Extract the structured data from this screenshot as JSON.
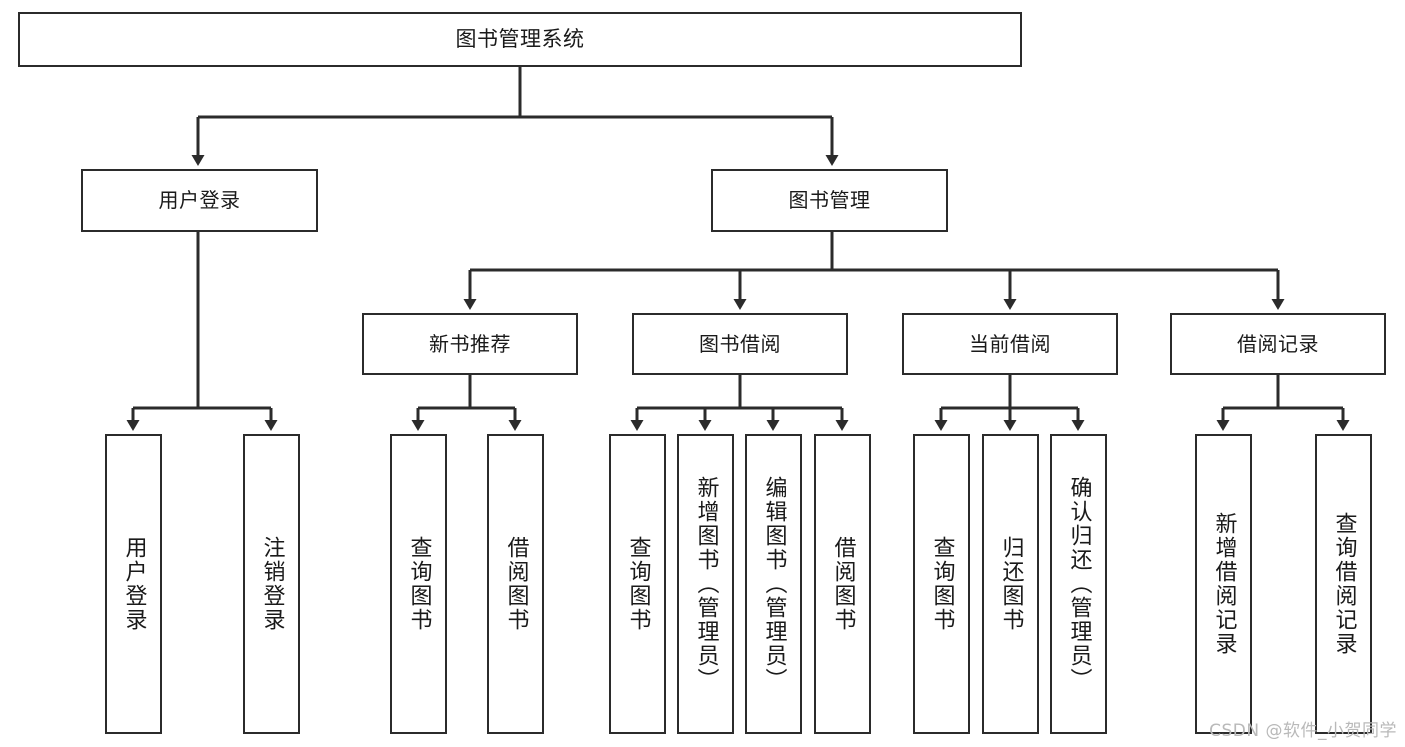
{
  "diagram": {
    "title": "图书管理系统",
    "type": "tree-hierarchy-chart",
    "watermark": "CSDN @软件_小贺同学",
    "stroke_color": "#2b2b2b",
    "fill_color": "#ffffff",
    "text_color": "#1a1a1a"
  },
  "nodes": {
    "root": {
      "label": "图书管理系统"
    },
    "level1": [
      {
        "label": "用户登录"
      },
      {
        "label": "图书管理"
      }
    ],
    "level2": [
      {
        "label": "新书推荐"
      },
      {
        "label": "图书借阅"
      },
      {
        "label": "当前借阅"
      },
      {
        "label": "借阅记录"
      }
    ],
    "leaves": {
      "user_login": [
        {
          "label": "用户登录"
        },
        {
          "label": "注销登录"
        }
      ],
      "new_book_recommend": [
        {
          "label": "查询图书"
        },
        {
          "label": "借阅图书"
        }
      ],
      "book_borrow": [
        {
          "label": "查询图书"
        },
        {
          "label": "新增图书（管理员）"
        },
        {
          "label": "编辑图书（管理员）"
        },
        {
          "label": "借阅图书"
        }
      ],
      "current_borrow": [
        {
          "label": "查询图书"
        },
        {
          "label": "归还图书"
        },
        {
          "label": "确认归还（管理员）"
        }
      ],
      "borrow_record": [
        {
          "label": "新增借阅记录"
        },
        {
          "label": "查询借阅记录"
        }
      ]
    }
  }
}
